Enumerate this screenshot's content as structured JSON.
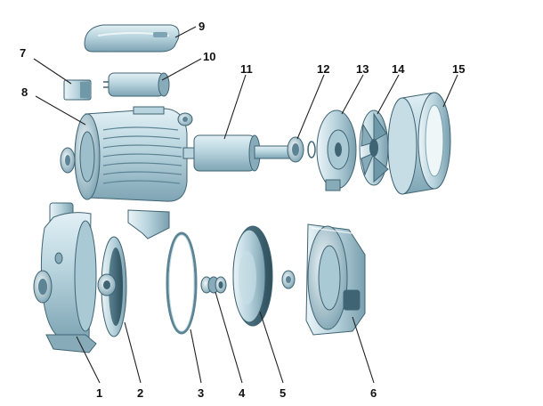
{
  "diagram": {
    "part_labels": {
      "p1": "1",
      "p2": "2",
      "p3": "3",
      "p4": "4",
      "p5": "5",
      "p6": "6",
      "p7": "7",
      "p8": "8",
      "p9": "9",
      "p10": "10",
      "p11": "11",
      "p12": "12",
      "p13": "13",
      "p14": "14",
      "p15": "15"
    }
  },
  "colors": {
    "part_light": "#d3e8ef",
    "part_mid": "#a9c9d5",
    "part_dark": "#6f98a8",
    "outline": "#3f6473",
    "label": "#111111"
  }
}
